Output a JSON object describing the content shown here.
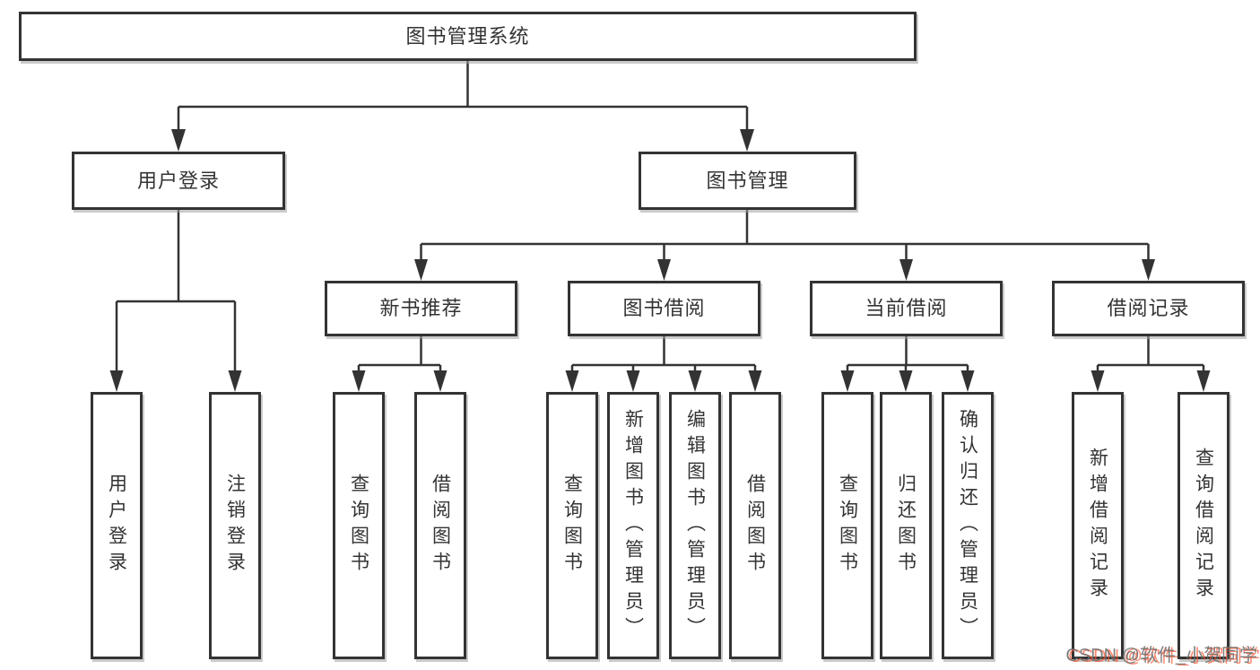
{
  "diagram": {
    "root": {
      "label": "图书管理系统"
    },
    "level2": [
      {
        "label": "用户登录"
      },
      {
        "label": "图书管理"
      }
    ],
    "level3": [
      {
        "label": "新书推荐",
        "parent": "图书管理"
      },
      {
        "label": "图书借阅",
        "parent": "图书管理"
      },
      {
        "label": "当前借阅",
        "parent": "图书管理"
      },
      {
        "label": "借阅记录",
        "parent": "图书管理"
      }
    ],
    "leaves": [
      {
        "label": "用户登录",
        "parent": "用户登录"
      },
      {
        "label": "注销登录",
        "parent": "用户登录"
      },
      {
        "label": "查询图书",
        "parent": "新书推荐"
      },
      {
        "label": "借阅图书",
        "parent": "新书推荐"
      },
      {
        "label": "查询图书",
        "parent": "图书借阅"
      },
      {
        "label": "新增图书（管理员）",
        "parent": "图书借阅"
      },
      {
        "label": "编辑图书（管理员）",
        "parent": "图书借阅"
      },
      {
        "label": "借阅图书",
        "parent": "图书借阅"
      },
      {
        "label": "查询图书",
        "parent": "当前借阅"
      },
      {
        "label": "归还图书",
        "parent": "当前借阅"
      },
      {
        "label": "确认归还（管理员）",
        "parent": "当前借阅"
      },
      {
        "label": "新增借阅记录",
        "parent": "借阅记录"
      },
      {
        "label": "查询借阅记录",
        "parent": "借阅记录"
      }
    ],
    "colors": {
      "line": "#333333",
      "box_border": "#333333",
      "box_bg": "#ffffff",
      "shadow": "#a0a0a0",
      "watermark_red": "#fc5531",
      "watermark_gray": "#6e6e6e"
    },
    "watermark": {
      "text": "CSDN @软件_小贺同学"
    }
  }
}
